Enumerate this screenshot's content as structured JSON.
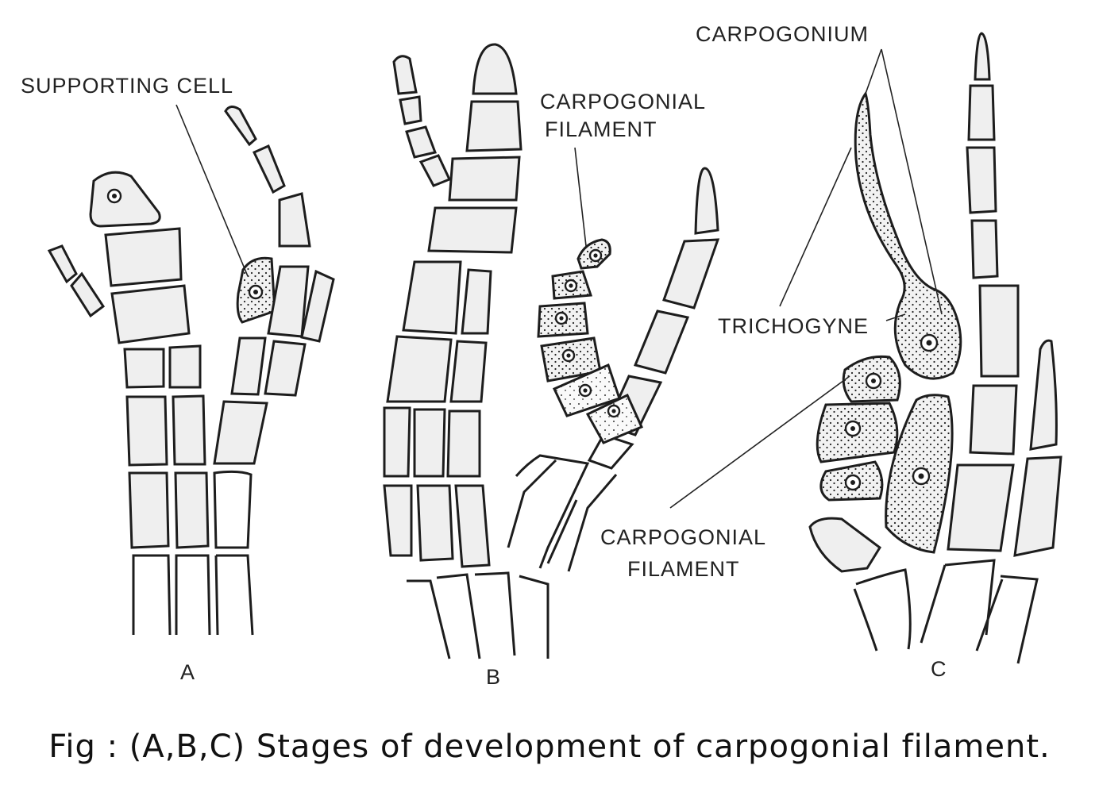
{
  "figure": {
    "labels": {
      "supporting_cell": "SUPPORTING CELL",
      "carpogonial_filament_b_line1": "CARPOGONIAL",
      "carpogonial_filament_b_line2": "FILAMENT",
      "carpogonium": "CARPOGONIUM",
      "trichogyne": "TRICHOGYNE",
      "carpogonial_filament_c_line1": "CARPOGONIAL",
      "carpogonial_filament_c_line2": "FILAMENT"
    },
    "panels": [
      "A",
      "B",
      "C"
    ],
    "caption": "Fig : (A,B,C) Stages of development of carpogonial filament."
  }
}
